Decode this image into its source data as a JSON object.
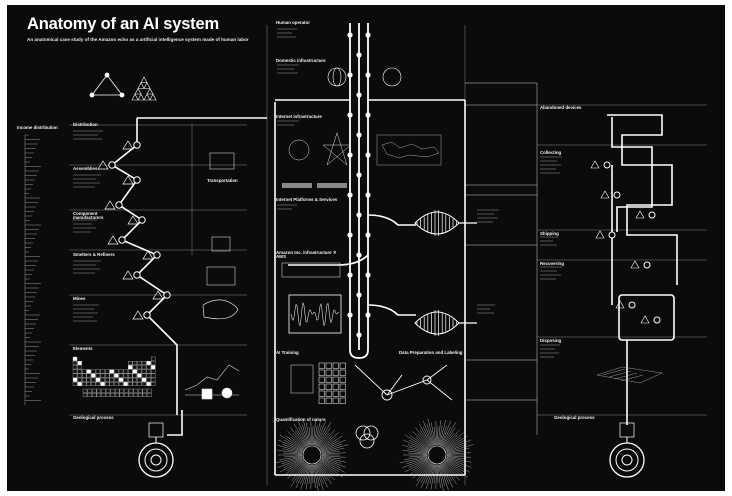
{
  "poster": {
    "title": "Anatomy of an AI system",
    "subtitle": "An anatomical case study of the Amazon echo as a artificial intelligence system made of human labor",
    "colors": {
      "background": "#0b0b0b",
      "ink": "#ffffff",
      "frame": "#ffffff"
    }
  },
  "labels": {
    "income_distribution": "Income distribution",
    "distribution": "Distribution",
    "assemblies": "Assemblies",
    "component_manufacturers": "Component manufacturers",
    "smelters_refiners": "Smelters & Refiners",
    "mines": "Mines",
    "elements": "Elements",
    "geological_process_left": "Geological process",
    "transportation": "Transportation",
    "human_operator": "Human operator",
    "domestic_infrastructure": "Domestic infrastructure",
    "internet_infrastructure": "Internet infrastructure",
    "internet_platforms": "Internet Platforms & Services",
    "amazon_infrastructure": "Amazon Inc. infrastructure ✕ AWS",
    "ai_training": "AI Training",
    "data_preparation": "Data Preparation and Labeling",
    "quantification_of_nature": "Quantification of nature",
    "geological_process_right": "Geological process",
    "abandoned_devices": "Abandoned devices",
    "collecting": "Collecting",
    "shipping": "Shipping",
    "recovering": "Recovering",
    "disposing": "Disposing"
  },
  "icons": [
    "periodic-table-icon",
    "earth-core-icon",
    "globe-icon",
    "world-map-icon",
    "brain-icon",
    "ship-icon",
    "container-icon",
    "drill-icon"
  ]
}
